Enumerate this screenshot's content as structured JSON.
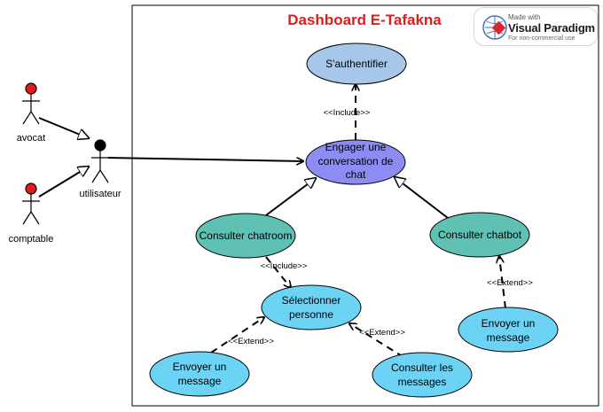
{
  "system": {
    "title": "Dashboard E-Tafakna"
  },
  "badge": {
    "made_with": "Made with",
    "brand": "Visual Paradigm",
    "note": "For non-commercial use"
  },
  "actors": {
    "avocat": "avocat",
    "comptable": "comptable",
    "utilisateur": "utilisateur"
  },
  "usecases": {
    "authentifier": "S'authentifier",
    "engager": [
      "Engager une",
      "conversation de",
      "chat"
    ],
    "chatroom": "Consulter chatroom",
    "chatbot": "Consulter chatbot",
    "selectionner": [
      "Sélectionner",
      "personne"
    ],
    "envoyer_left": [
      "Envoyer un",
      "message"
    ],
    "consulter_messages": [
      "Consulter les",
      "messages"
    ],
    "envoyer_right": [
      "Envoyer un",
      "message"
    ]
  },
  "relations": {
    "include_auth": "<<Include>>",
    "include_select": "<<Include>>",
    "extend_left": "<<Extend>>",
    "extend_messages": "<<Extend>>",
    "extend_right": "<<Extend>>"
  },
  "colors": {
    "title": "#e31b1b",
    "usecase_light": "#a7c7ea",
    "usecase_main": "#8c8cf2",
    "usecase_teal": "#5fc1b3",
    "usecase_cyan": "#6dd3f5",
    "actor_red": "#e31b1b",
    "actor_black": "#000000"
  }
}
